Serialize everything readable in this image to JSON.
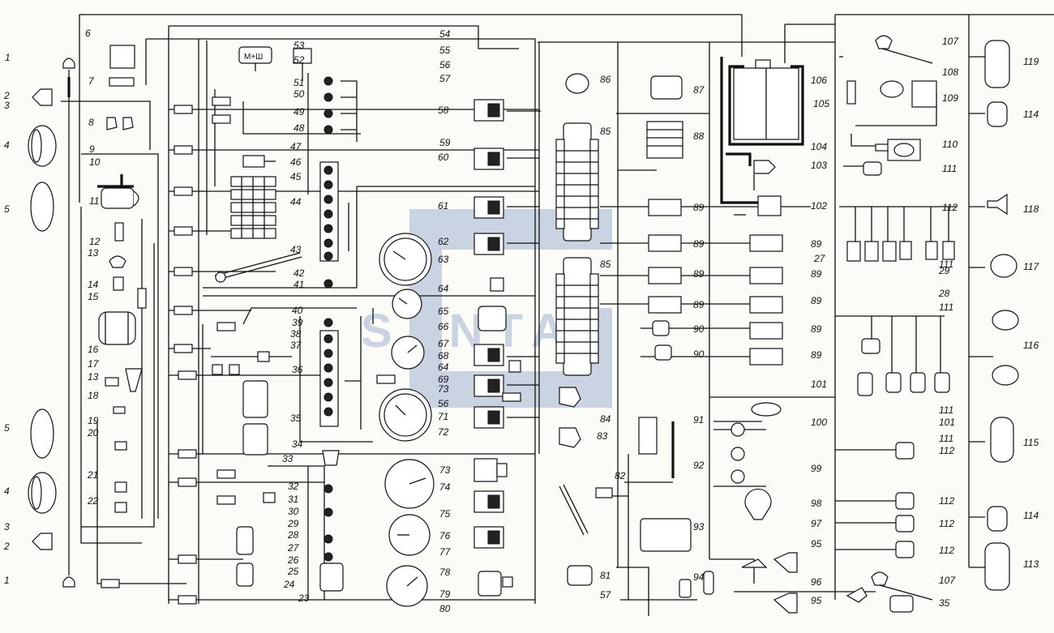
{
  "watermark": {
    "text": "SANTAL",
    "color": "#8fa3c9"
  },
  "colors": {
    "ink": "#111111",
    "paper": "#fbfbf8",
    "watermark": "#8fa3c9"
  },
  "meter_label": "М+Ш",
  "labels": [
    "1",
    "2",
    "3",
    "4",
    "5",
    "6",
    "7",
    "8",
    "9",
    "10",
    "11",
    "12",
    "13",
    "14",
    "15",
    "16",
    "17",
    "18",
    "19",
    "20",
    "21",
    "22",
    "23",
    "24",
    "25",
    "26",
    "27",
    "28",
    "29",
    "30",
    "31",
    "32",
    "33",
    "34",
    "35",
    "36",
    "37",
    "38",
    "39",
    "40",
    "41",
    "42",
    "43",
    "44",
    "45",
    "46",
    "47",
    "48",
    "49",
    "50",
    "51",
    "52",
    "53",
    "54",
    "55",
    "56",
    "57",
    "58",
    "59",
    "60",
    "61",
    "62",
    "63",
    "64",
    "65",
    "66",
    "67",
    "68",
    "69",
    "70",
    "71",
    "72",
    "73",
    "74",
    "75",
    "76",
    "77",
    "78",
    "79",
    "80",
    "81",
    "82",
    "83",
    "84",
    "85",
    "86",
    "87",
    "88",
    "89",
    "90",
    "91",
    "92",
    "93",
    "94",
    "95",
    "96",
    "97",
    "98",
    "99",
    "100",
    "101",
    "102",
    "103",
    "104",
    "105",
    "106",
    "107",
    "108",
    "109",
    "110",
    "111",
    "112",
    "113",
    "114",
    "115",
    "116",
    "117",
    "118",
    "119"
  ]
}
